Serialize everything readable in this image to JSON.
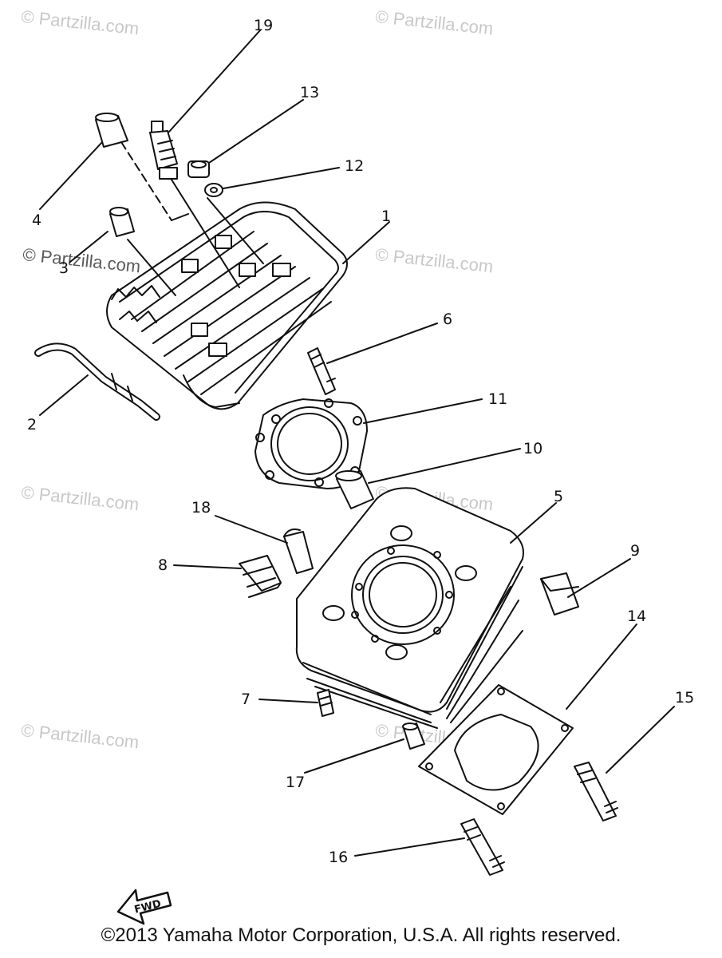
{
  "watermarks": [
    "© Partzilla.com",
    "© Partzilla.com",
    "© Partzilla.com",
    "© Partzilla.com",
    "© Partzilla.com",
    "© Partzilla.com",
    "© Partzilla.com",
    "© Partzilla.com"
  ],
  "labels": {
    "p1": "1",
    "p2": "2",
    "p3": "3",
    "p4": "4",
    "p5": "5",
    "p6": "6",
    "p7": "7",
    "p8": "8",
    "p9": "9",
    "p10": "10",
    "p11": "11",
    "p12": "12",
    "p13": "13",
    "p14": "14",
    "p15": "15",
    "p16": "16",
    "p17": "17",
    "p18": "18",
    "p19": "19"
  },
  "fwd_label": "FWD",
  "copyright": "©2013 Yamaha Motor Corporation, U.S.A. All rights reserved."
}
